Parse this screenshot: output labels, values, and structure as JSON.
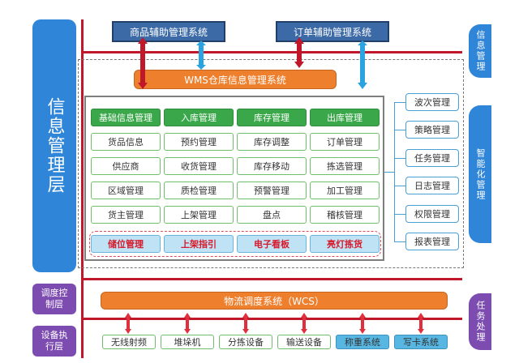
{
  "layers": {
    "info_management": "信息管理层",
    "dispatch_control": "调度控制层",
    "equipment_execution": "设备执行层"
  },
  "top_systems": {
    "goods": "商品辅助管理系统",
    "orders": "订单辅助管理系统"
  },
  "wms": "WMS仓库信息管理系统",
  "modules": {
    "headers": [
      "基础信息管理",
      "入库管理",
      "库存管理",
      "出库管理"
    ],
    "rows": [
      [
        "货品信息",
        "预约管理",
        "库存调整",
        "订单管理"
      ],
      [
        "供应商",
        "收货管理",
        "库存移动",
        "拣选管理"
      ],
      [
        "区域管理",
        "质检管理",
        "预警管理",
        "加工管理"
      ],
      [
        "货主管理",
        "上架管理",
        "盘点",
        "稽核管理"
      ]
    ],
    "highlight": [
      "储位管理",
      "上架指引",
      "电子看板",
      "亮灯拣货"
    ]
  },
  "right_items": [
    "波次管理",
    "策略管理",
    "任务管理",
    "日志管理",
    "权限管理",
    "报表管理"
  ],
  "right_tabs": {
    "info_management": "信息管理",
    "smart_management": "智能化管理",
    "task_processing": "任务处理"
  },
  "wcs": "物流调度系统（WCS）",
  "equipment": [
    "无线射频",
    "堆垛机",
    "分拣设备",
    "输送设备",
    "称重系统",
    "写卡系统"
  ],
  "colors": {
    "blue": "#2f85d8",
    "purple": "#7d4cb0",
    "orange": "#ee7f2d",
    "green": "#3aa84a",
    "red": "#c0172b",
    "light_blue": "#bfe3f5"
  }
}
